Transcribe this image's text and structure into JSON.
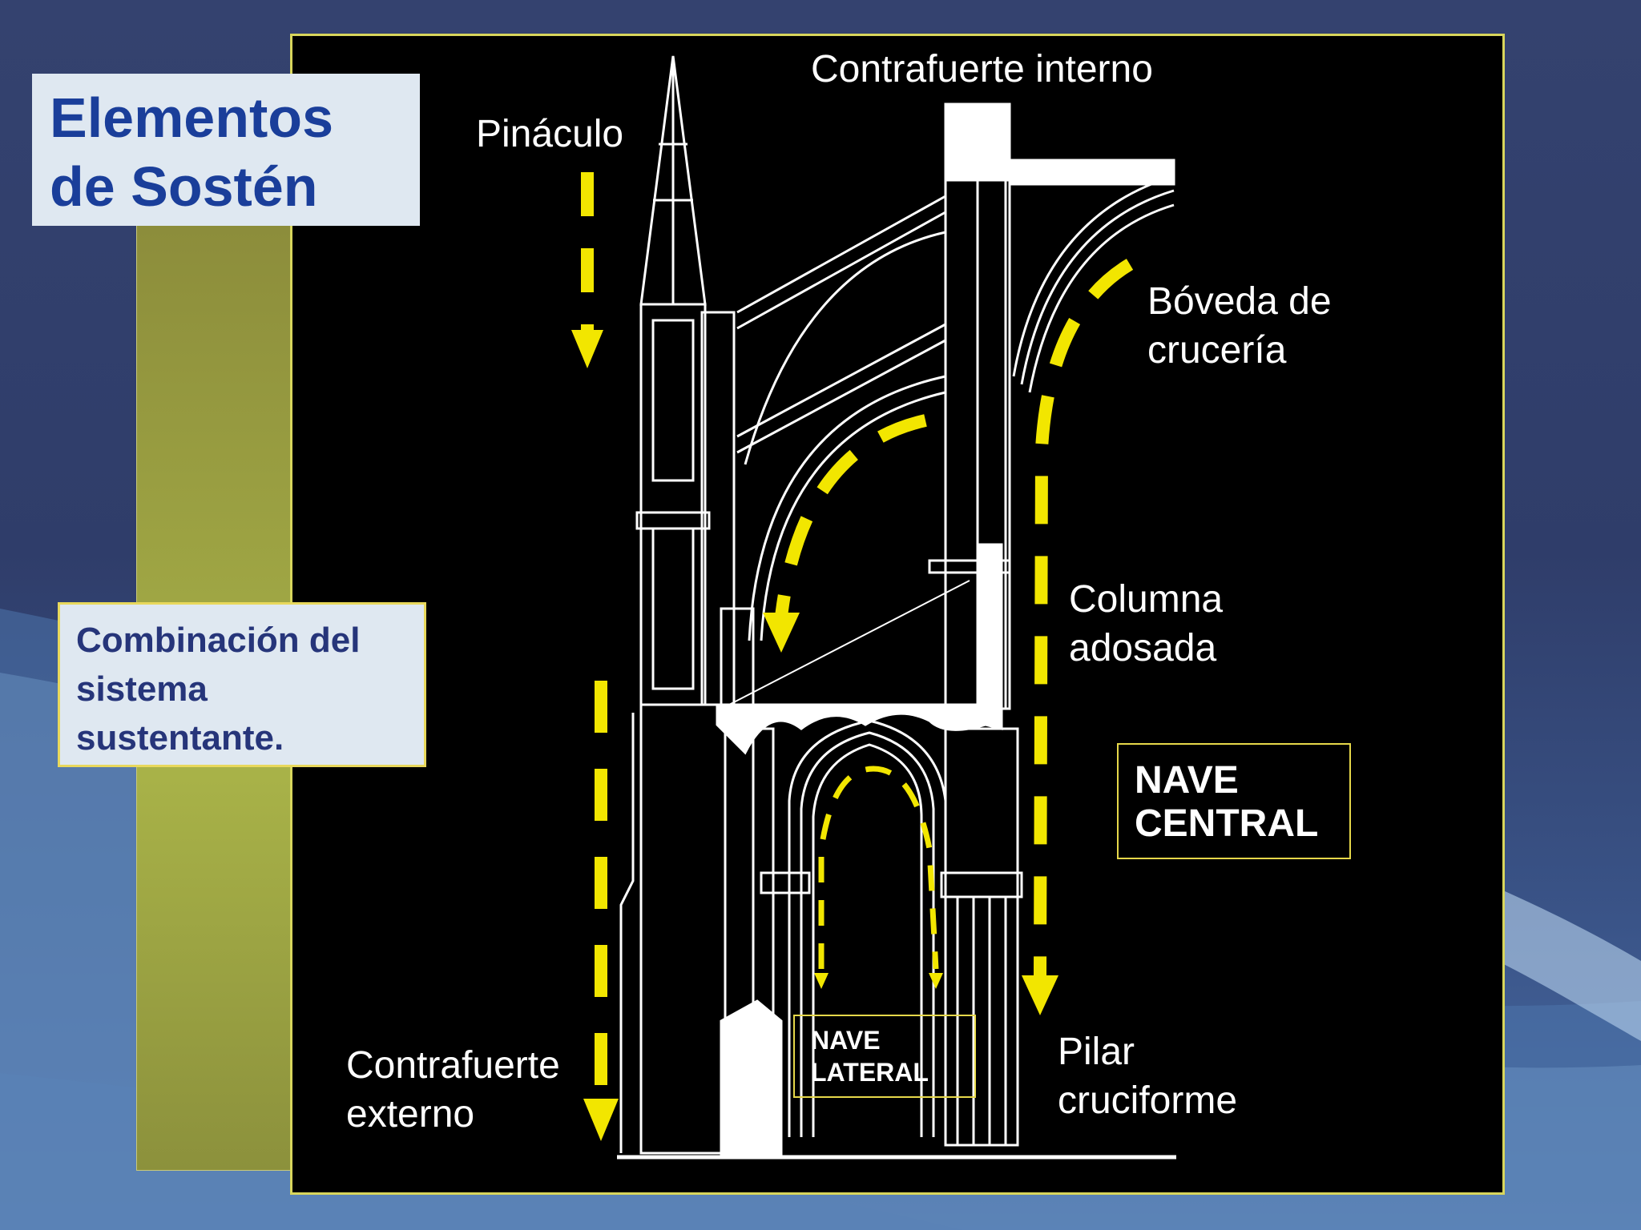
{
  "title": {
    "line1": "Elementos",
    "line2": "de Sostén"
  },
  "subtitle": {
    "line1": "Combinación del",
    "line2": "sistema",
    "line3": "sustentante."
  },
  "labels": {
    "contrafuerte_interno": "Contrafuerte interno",
    "pinaculo": "Pináculo",
    "boveda_line1": "Bóveda de",
    "boveda_line2": "crucería",
    "columna_line1": "Columna",
    "columna_line2": "adosada",
    "nave_central_line1": "NAVE",
    "nave_central_line2": "CENTRAL",
    "nave_lateral_line1": "NAVE",
    "nave_lateral_line2": "LATERAL",
    "contrafuerte_ext_line1": "Contrafuerte",
    "contrafuerte_ext_line2": "externo",
    "pilar_line1": "Pilar",
    "pilar_line2": "cruciforme"
  },
  "colors": {
    "arrow": "#f2e600",
    "panel_border": "#d8d65c",
    "title_text": "#1a3e9a",
    "subtitle_text": "#26357a"
  }
}
